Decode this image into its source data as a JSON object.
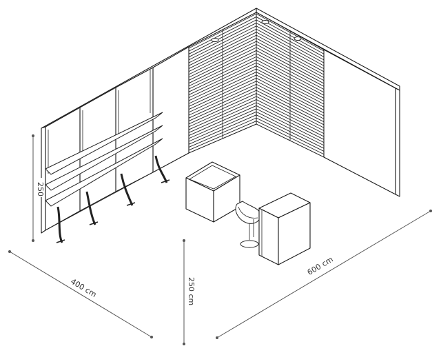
{
  "dimensions": {
    "width_left": "400 cm",
    "width_right": "600 cm",
    "height_center": "250 cm",
    "height_left": "250"
  },
  "colors": {
    "line": "#1a1a1a",
    "dimension": "#555555",
    "background": "#ffffff"
  }
}
